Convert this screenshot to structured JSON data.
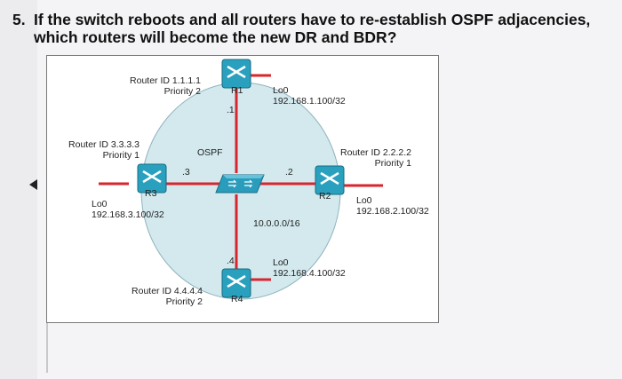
{
  "question": {
    "number": "5.",
    "line1": "If the switch reboots and all routers have to re-establish OSPF adjacencies,",
    "line2": "which routers will become the new DR and BDR?"
  },
  "diagram": {
    "area_label": "OSPF",
    "network_label": "10.0.0.0/16",
    "routers": [
      {
        "name": "R1",
        "router_id": "Router ID 1.1.1.1",
        "priority": "Priority 2",
        "interface_suffix": ".1",
        "loopback_name": "Lo0",
        "loopback_ip": "192.168.1.100/32"
      },
      {
        "name": "R2",
        "router_id": "Router ID 2.2.2.2",
        "priority": "Priority 1",
        "interface_suffix": ".2",
        "loopback_name": "Lo0",
        "loopback_ip": "192.168.2.100/32"
      },
      {
        "name": "R3",
        "router_id": "Router ID 3.3.3.3",
        "priority": "Priority 1",
        "interface_suffix": ".3",
        "loopback_name": "Lo0",
        "loopback_ip": "192.168.3.100/32"
      },
      {
        "name": "R4",
        "router_id": "Router ID 4.4.4.4",
        "priority": "Priority 2",
        "interface_suffix": ".4",
        "loopback_name": "Lo0",
        "loopback_ip": "192.168.4.100/32"
      }
    ],
    "colors": {
      "ospf_area": "#d3e9ee",
      "router_body": "#2aa0bf",
      "link": "#d8252e",
      "switch_body": "#2a9cbc"
    }
  }
}
